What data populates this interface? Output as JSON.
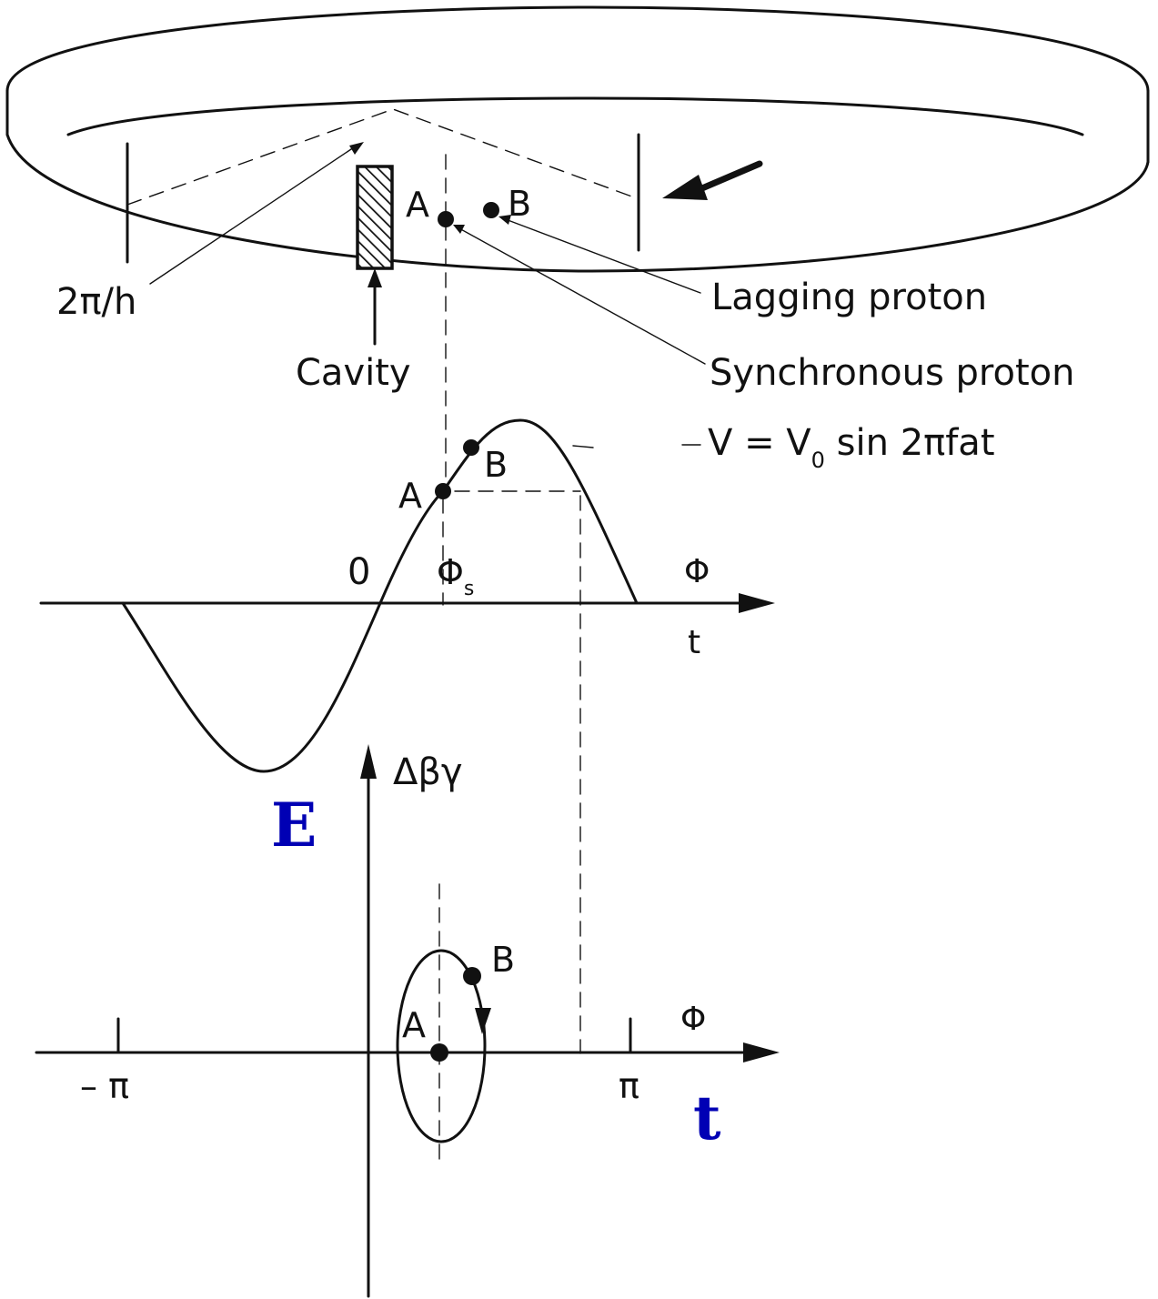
{
  "labels": {
    "two_pi_over_h": "2π/h",
    "cavity": "Cavity",
    "ring_point_a": "A",
    "ring_point_b": "B",
    "lagging_proton": "Lagging proton",
    "synchronous_proton": "Synchronous proton",
    "voltage_equation": "V = V",
    "voltage_equation_subscript": "0",
    "voltage_equation_rest": " sin 2πfat",
    "wave_origin": "0",
    "phi_s": "Φ",
    "phi_s_subscript": "s",
    "wave_point_a": "A",
    "wave_point_b": "B",
    "wave_axis_phi": "Φ",
    "wave_axis_t": "t",
    "phase_y_axis": "Δβγ",
    "phase_point_a": "A",
    "phase_point_b": "B",
    "phase_axis_phi": "Φ",
    "tick_minus_pi": "– π",
    "tick_pi": "π",
    "overlay_e": "E",
    "overlay_t": "t"
  },
  "colors": {
    "ink": "#111111",
    "overlay": "#0000b4",
    "background": "#ffffff"
  }
}
